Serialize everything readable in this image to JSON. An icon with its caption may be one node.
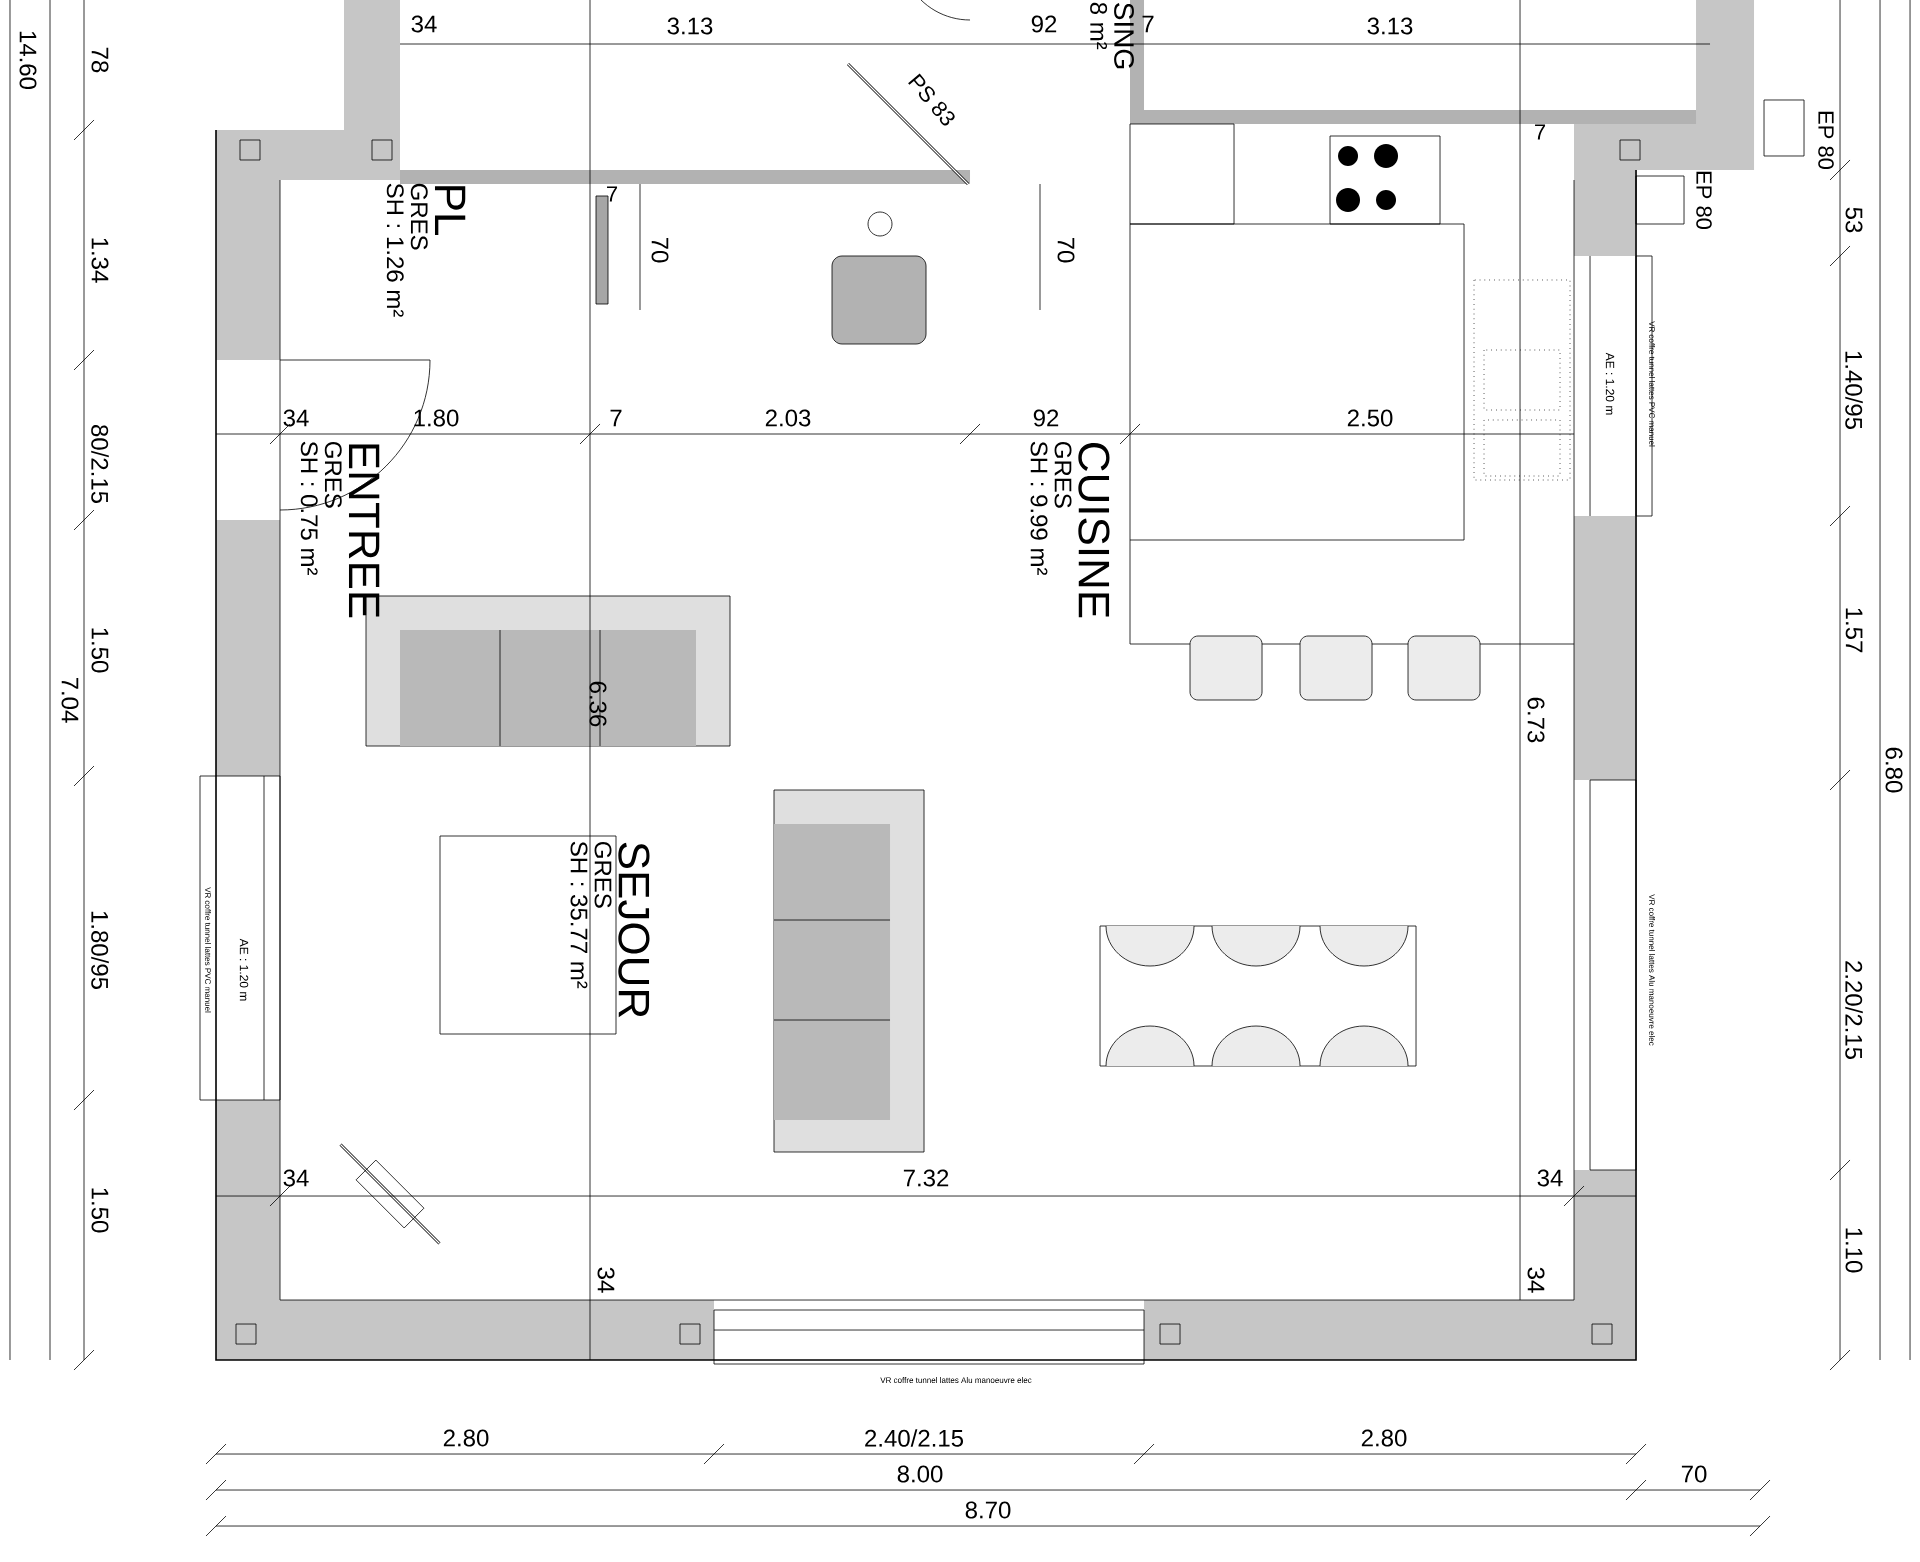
{
  "diagram": {
    "nodes": [
      {
        "text": [
          "SING",
          "8 m²"
        ]
      },
      {
        "text": [
          "PL",
          "GRES",
          "SH : 1.26 m²"
        ]
      },
      {
        "text": [
          "ENTREE",
          "GRES",
          "SH : 0.75 m²"
        ]
      },
      {
        "text": [
          "CUISINE",
          "GRES",
          "SH : 9.99 m²"
        ]
      },
      {
        "text": [
          "SEJOUR",
          "GRES",
          "SH : 35.77 m²"
        ]
      }
    ],
    "labels": [
      "14.60",
      "78",
      "34",
      "3.13",
      "92",
      "7",
      "3.13",
      "PS 83",
      "EP 80",
      "EP 80",
      "53",
      "7",
      "1.34",
      "70",
      "70",
      "7",
      "AE : 1.20 m",
      "VR coffre tunnel lattes PVC manuel",
      "1.40/95",
      "80/2.15",
      "34",
      "1.80",
      "7",
      "2.03",
      "92",
      "2.50",
      "1.50",
      "1.57",
      "7.04",
      "6.36",
      "6.73",
      "6.80",
      "1.80/95",
      "VR coffre tunnel lattes PVC manuel",
      "AE : 1.20 m",
      "VR coffre tunnel lattes Alu manoeuvre elec",
      "2.20/2.15",
      "34",
      "7.32",
      "34",
      "1.50",
      "34",
      "34",
      "1.10",
      "VR coffre tunnel lattes Alu manoeuvre elec",
      "2.80",
      "2.40/2.15",
      "2.80",
      "8.00",
      "70",
      "8.70"
    ]
  }
}
